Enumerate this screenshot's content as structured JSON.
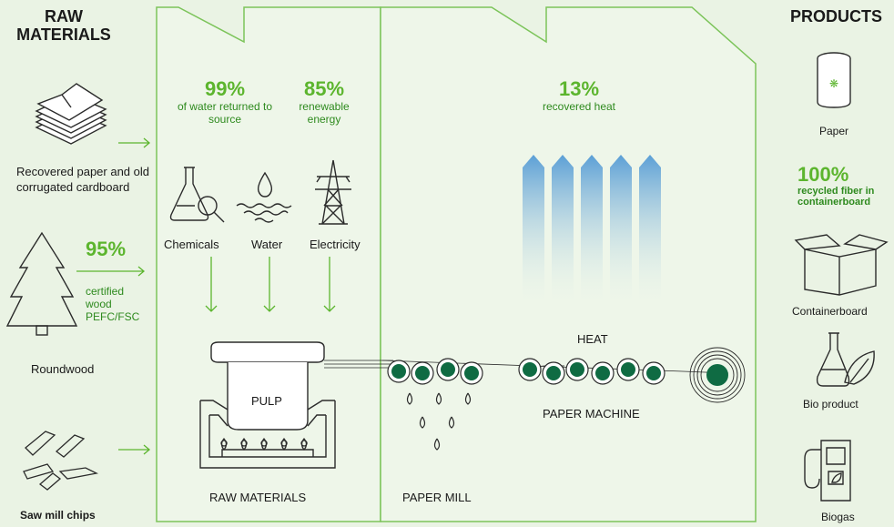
{
  "raw_materials": {
    "title": "RAW MATERIALS",
    "recovered_paper": "Recovered paper and old corrugated cardboard",
    "certified_pct": "95%",
    "certified_text": "certified wood PEFC/FSC",
    "roundwood": "Roundwood",
    "chips": "Saw mill chips"
  },
  "pulp_section": {
    "water_pct": "99%",
    "water_text": "of water returned to source",
    "energy_pct": "85%",
    "energy_text": "renewable energy",
    "chemicals": "Chemicals",
    "water": "Water",
    "electricity": "Electricity",
    "pulp": "PULP",
    "section_label": "RAW MATERIALS"
  },
  "mill_section": {
    "heat_pct": "13%",
    "heat_text": "recovered heat",
    "heat": "HEAT",
    "paper_machine": "PAPER MACHINE",
    "section_label": "PAPER MILL"
  },
  "products": {
    "title": "PRODUCTS",
    "paper": "Paper",
    "recycled_pct": "100%",
    "recycled_text": "recycled fiber in containerboard",
    "containerboard": "Containerboard",
    "bio_product": "Bio product",
    "biogas": "Biogas"
  },
  "colors": {
    "accent": "#5cb52e",
    "dark_green": "#0f6b43",
    "stroke": "#2b2b2b",
    "frame": "#7cc45a",
    "heat": "#5b9fd6"
  }
}
